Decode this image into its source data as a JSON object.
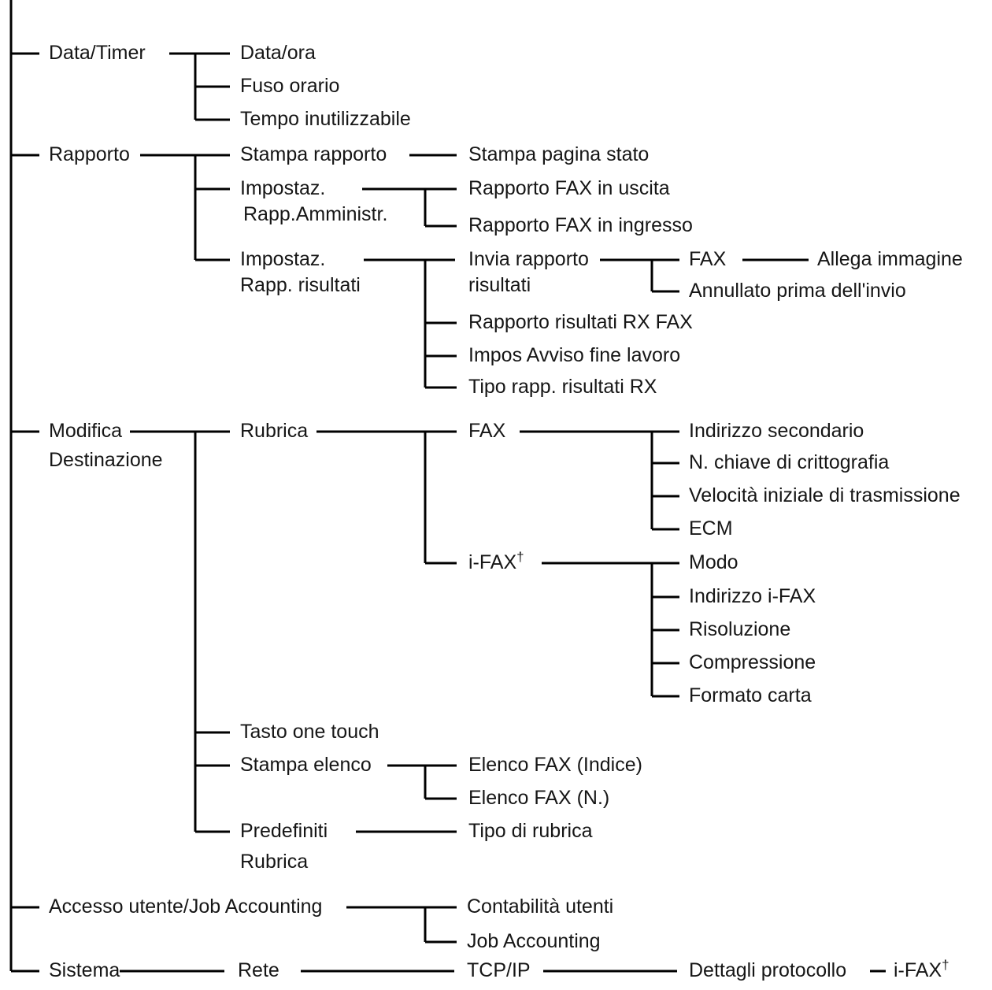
{
  "diagram_title": "FAX system menu tree (Italian)",
  "line_color": "#000000",
  "text_color": "#161616",
  "tree": [
    {
      "label": "Data/Timer",
      "children": [
        {
          "label": "Data/ora"
        },
        {
          "label": "Fuso orario"
        },
        {
          "label": "Tempo inutilizzabile"
        }
      ]
    },
    {
      "label": "Rapporto",
      "children": [
        {
          "label": "Stampa rapporto",
          "children": [
            {
              "label": "Stampa pagina stato"
            }
          ]
        },
        {
          "label": "Impostaz.",
          "label2": "Rapp.Amministr.",
          "children": [
            {
              "label": "Rapporto FAX in uscita"
            },
            {
              "label": "Rapporto FAX in ingresso"
            }
          ]
        },
        {
          "label": "Impostaz.",
          "label2": "Rapp. risultati",
          "children": [
            {
              "label": "Invia rapporto",
              "label2": "risultati",
              "children": [
                {
                  "label": "FAX",
                  "children": [
                    {
                      "label": "Allega immagine"
                    }
                  ]
                },
                {
                  "label": "Annullato prima dell'invio"
                }
              ]
            },
            {
              "label": "Rapporto risultati RX FAX"
            },
            {
              "label": "Impos Avviso fine lavoro"
            },
            {
              "label": "Tipo rapp. risultati RX"
            }
          ]
        }
      ]
    },
    {
      "label": "Modifica",
      "label2": "Destinazione",
      "children": [
        {
          "label": "Rubrica",
          "children": [
            {
              "label": "FAX",
              "children": [
                {
                  "label": "Indirizzo secondario"
                },
                {
                  "label": "N. chiave di crittografia"
                },
                {
                  "label": "Velocità iniziale di trasmissione"
                },
                {
                  "label": "ECM"
                }
              ]
            },
            {
              "label": "i-FAX",
              "sup": "†",
              "children": [
                {
                  "label": "Modo"
                },
                {
                  "label": "Indirizzo i-FAX"
                },
                {
                  "label": "Risoluzione"
                },
                {
                  "label": "Compressione"
                },
                {
                  "label": "Formato carta"
                }
              ]
            }
          ]
        },
        {
          "label": "Tasto one touch"
        },
        {
          "label": "Stampa elenco",
          "children": [
            {
              "label": "Elenco FAX (Indice)"
            },
            {
              "label": "Elenco FAX (N.)"
            }
          ]
        },
        {
          "label": "Predefiniti",
          "label2": "Rubrica",
          "children": [
            {
              "label": "Tipo di rubrica"
            }
          ]
        }
      ]
    },
    {
      "label": "Accesso utente/Job Accounting",
      "children": [
        {
          "label": "Contabilità utenti"
        },
        {
          "label": "Job Accounting"
        }
      ]
    },
    {
      "label": "Sistema",
      "children": [
        {
          "label": "Rete",
          "children": [
            {
              "label": "TCP/IP",
              "children": [
                {
                  "label": "Dettagli protocollo",
                  "children": [
                    {
                      "label": "i-FAX",
                      "sup": "†"
                    }
                  ]
                }
              ]
            }
          ]
        }
      ]
    }
  ]
}
